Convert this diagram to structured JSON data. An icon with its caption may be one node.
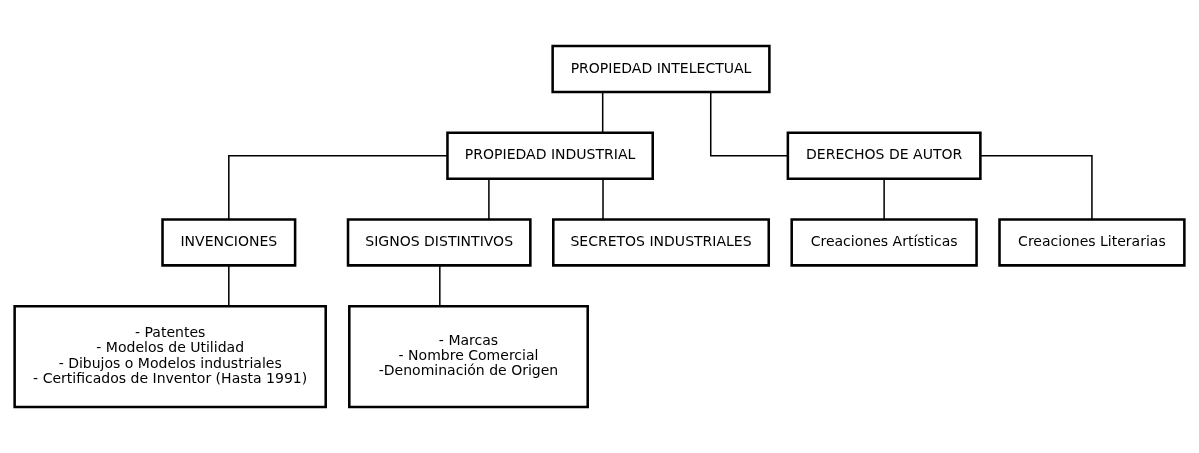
{
  "diagram": {
    "nodes": [
      {
        "text": [
          "PROPIEDAD INTELECTUAL"
        ]
      },
      {
        "text": [
          "PROPIEDAD INDUSTRIAL"
        ]
      },
      {
        "text": [
          "DERECHOS DE AUTOR"
        ]
      },
      {
        "text": [
          "INVENCIONES"
        ]
      },
      {
        "text": [
          "SIGNOS DISTINTIVOS"
        ]
      },
      {
        "text": [
          "SECRETOS INDUSTRIALES"
        ]
      },
      {
        "text": [
          "Creaciones Artísticas"
        ]
      },
      {
        "text": [
          "Creaciones Literarias"
        ]
      },
      {
        "text": [
          "- Patentes",
          "- Modelos de Utilidad",
          "- Dibujos o Modelos industriales",
          "- Certificados de Inventor (Hasta 1991)"
        ]
      },
      {
        "text": [
          "- Marcas",
          "- Nombre Comercial",
          "-Denominación de Origen"
        ]
      }
    ],
    "edges": [
      {
        "from": 0,
        "to": 1,
        "arrow": "none"
      },
      {
        "from": 0,
        "to": 2,
        "arrow": "none"
      },
      {
        "from": 1,
        "to": 3,
        "arrow": "none"
      },
      {
        "from": 1,
        "to": 4,
        "arrow": "none"
      },
      {
        "from": 1,
        "to": 5,
        "arrow": "none"
      },
      {
        "from": 2,
        "to": 6,
        "arrow": "none"
      },
      {
        "from": 2,
        "to": 7,
        "arrow": "none"
      },
      {
        "from": 3,
        "to": 8,
        "arrow": "none"
      },
      {
        "from": 4,
        "to": 9,
        "arrow": "none"
      }
    ]
  }
}
